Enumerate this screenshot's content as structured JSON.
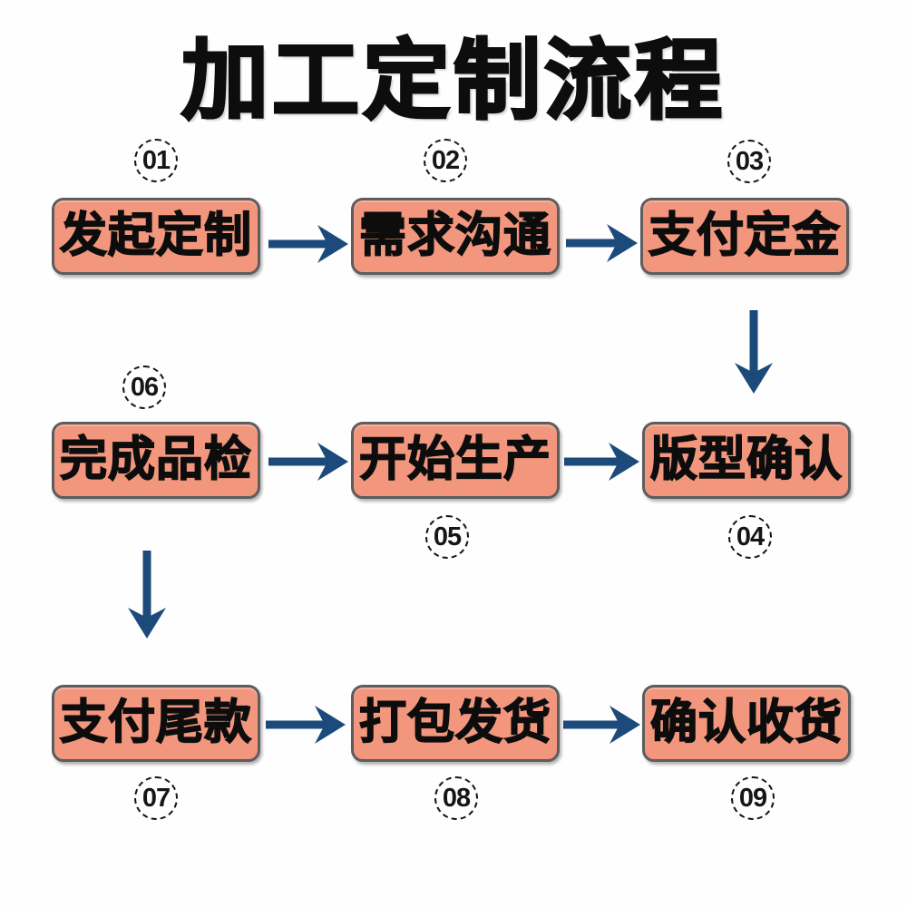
{
  "title": "加工定制流程",
  "colors": {
    "box_fill": "#F2977E",
    "box_border": "#5D5D5D",
    "arrow": "#1C4B7B",
    "badge_border": "#161616",
    "text": "#0D0D0D",
    "background": "#FEFEFE"
  },
  "steps": [
    {
      "num": "01",
      "label": "发起定制"
    },
    {
      "num": "02",
      "label": "需求沟通"
    },
    {
      "num": "03",
      "label": "支付定金"
    },
    {
      "num": "04",
      "label": "版型确认"
    },
    {
      "num": "05",
      "label": "开始生产"
    },
    {
      "num": "06",
      "label": "完成品检"
    },
    {
      "num": "07",
      "label": "支付尾款"
    },
    {
      "num": "08",
      "label": "打包发货"
    },
    {
      "num": "09",
      "label": "确认收货"
    }
  ],
  "arrows": [
    {
      "from": "发起定制",
      "to": "需求沟通",
      "direction": "right"
    },
    {
      "from": "需求沟通",
      "to": "支付定金",
      "direction": "right"
    },
    {
      "from": "支付定金",
      "to": "版型确认",
      "direction": "down"
    },
    {
      "from": "完成品检",
      "to": "开始生产",
      "direction": "right"
    },
    {
      "from": "开始生产",
      "to": "版型确认",
      "direction": "right"
    },
    {
      "from": "完成品检",
      "to": "支付尾款",
      "direction": "down"
    },
    {
      "from": "支付尾款",
      "to": "打包发货",
      "direction": "right"
    },
    {
      "from": "打包发货",
      "to": "确认收货",
      "direction": "right"
    }
  ]
}
